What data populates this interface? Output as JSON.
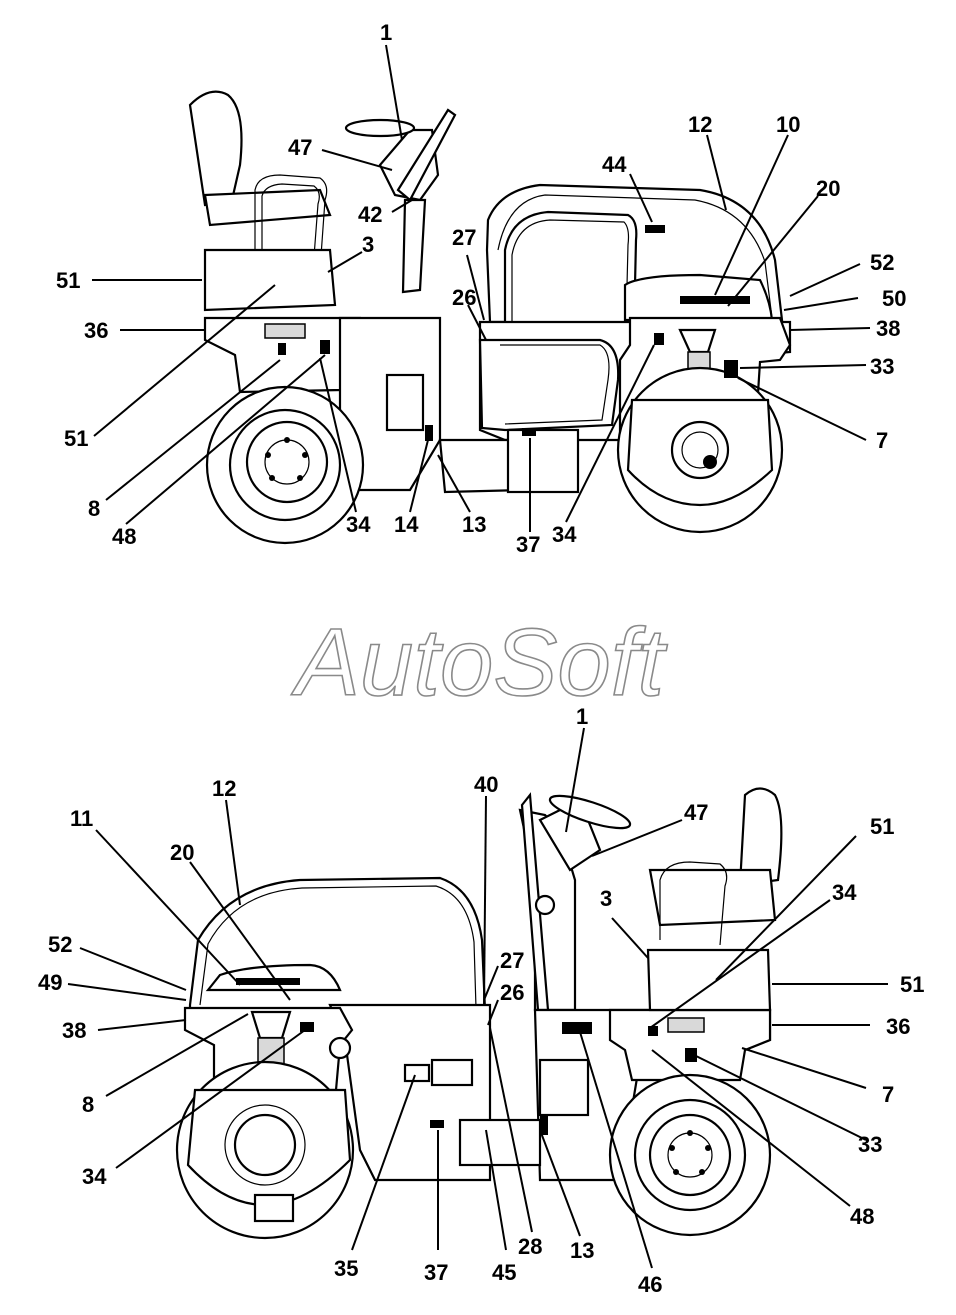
{
  "watermark": "AutoSoft",
  "callouts_top": [
    {
      "id": "t1",
      "text": "1"
    },
    {
      "id": "t47",
      "text": "47"
    },
    {
      "id": "t42",
      "text": "42"
    },
    {
      "id": "t3",
      "text": "3"
    },
    {
      "id": "t51a",
      "text": "51"
    },
    {
      "id": "t36",
      "text": "36"
    },
    {
      "id": "t51b",
      "text": "51"
    },
    {
      "id": "t8",
      "text": "8"
    },
    {
      "id": "t48",
      "text": "48"
    },
    {
      "id": "t34a",
      "text": "34"
    },
    {
      "id": "t14",
      "text": "14"
    },
    {
      "id": "t13",
      "text": "13"
    },
    {
      "id": "t37",
      "text": "37"
    },
    {
      "id": "t34b",
      "text": "34"
    },
    {
      "id": "t27",
      "text": "27"
    },
    {
      "id": "t26",
      "text": "26"
    },
    {
      "id": "t44",
      "text": "44"
    },
    {
      "id": "t12",
      "text": "12"
    },
    {
      "id": "t10",
      "text": "10"
    },
    {
      "id": "t20",
      "text": "20"
    },
    {
      "id": "t52",
      "text": "52"
    },
    {
      "id": "t50",
      "text": "50"
    },
    {
      "id": "t38",
      "text": "38"
    },
    {
      "id": "t33",
      "text": "33"
    },
    {
      "id": "t7",
      "text": "7"
    }
  ],
  "callouts_bottom": [
    {
      "id": "b1",
      "text": "1"
    },
    {
      "id": "b47",
      "text": "47"
    },
    {
      "id": "b40",
      "text": "40"
    },
    {
      "id": "b12",
      "text": "12"
    },
    {
      "id": "b11",
      "text": "11"
    },
    {
      "id": "b20",
      "text": "20"
    },
    {
      "id": "b52",
      "text": "52"
    },
    {
      "id": "b49",
      "text": "49"
    },
    {
      "id": "b38",
      "text": "38"
    },
    {
      "id": "b8",
      "text": "8"
    },
    {
      "id": "b34a",
      "text": "34"
    },
    {
      "id": "b27",
      "text": "27"
    },
    {
      "id": "b26",
      "text": "26"
    },
    {
      "id": "b51a",
      "text": "51"
    },
    {
      "id": "b34b",
      "text": "34"
    },
    {
      "id": "b3",
      "text": "3"
    },
    {
      "id": "b51b",
      "text": "51"
    },
    {
      "id": "b36",
      "text": "36"
    },
    {
      "id": "b7",
      "text": "7"
    },
    {
      "id": "b33",
      "text": "33"
    },
    {
      "id": "b48",
      "text": "48"
    },
    {
      "id": "b35",
      "text": "35"
    },
    {
      "id": "b37",
      "text": "37"
    },
    {
      "id": "b45",
      "text": "45"
    },
    {
      "id": "b28",
      "text": "28"
    },
    {
      "id": "b13",
      "text": "13"
    },
    {
      "id": "b46",
      "text": "46"
    }
  ]
}
